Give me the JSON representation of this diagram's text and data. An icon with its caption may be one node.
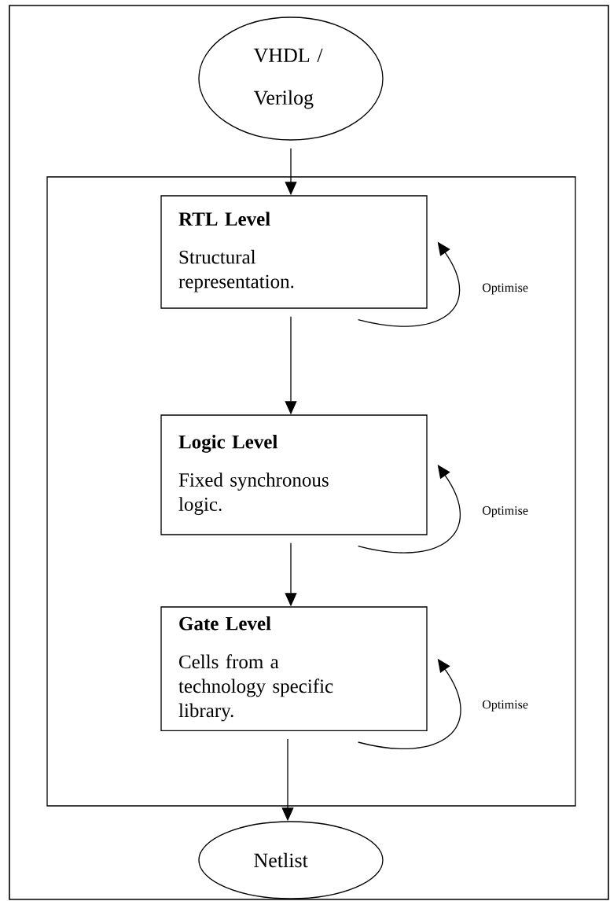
{
  "diagram": {
    "nodes": [
      {
        "text": [
          "VHDL / Verilog"
        ]
      },
      {
        "text": [],
        "shape": "box"
      },
      {
        "text": [
          "RTL Level",
          "Structural representation."
        ],
        "in": 1
      },
      {
        "text": [
          "Logic Level",
          "Fixed synchronous logic."
        ],
        "in": 1
      },
      {
        "text": [
          "Gate Level",
          "Cells from a technology specific library."
        ],
        "in": 1
      },
      {
        "text": [
          "Netlist"
        ]
      }
    ],
    "edges": [
      {
        "from": 0,
        "to": 2,
        "arrow": "to"
      },
      {
        "from": 2,
        "to": 2,
        "arrow": "to",
        "label": "Optimise"
      },
      {
        "from": 2,
        "to": 3,
        "arrow": "to"
      },
      {
        "from": 3,
        "to": 3,
        "arrow": "to",
        "label": "Optimise"
      },
      {
        "from": 3,
        "to": 4,
        "arrow": "to"
      },
      {
        "from": 4,
        "to": 4,
        "arrow": "to",
        "label": "Optimise"
      },
      {
        "from": 4,
        "to": 5,
        "arrow": "to"
      }
    ]
  }
}
